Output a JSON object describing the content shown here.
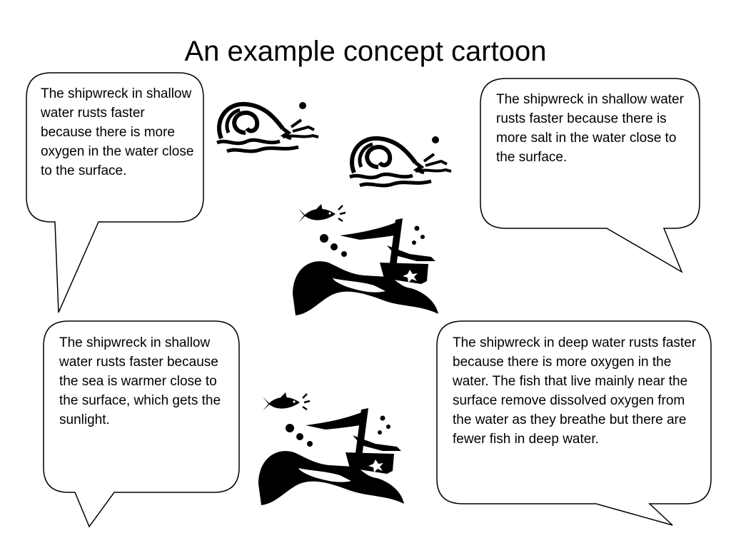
{
  "title": "An example concept cartoon",
  "bubbles": [
    {
      "text": "The shipwreck in shallow water rusts faster because there is more oxygen in the water close to the surface."
    },
    {
      "text": "The shipwreck in shallow water rusts faster because there is more salt in the water close to the surface."
    },
    {
      "text": "The shipwreck in shallow water rusts faster because the sea is warmer close to the surface, which gets the sunlight."
    },
    {
      "text": "The shipwreck in deep water rusts faster because there is more oxygen in the water. The fish that live mainly near the surface remove dissolved oxygen from the water as they breathe but there are fewer fish in deep water."
    }
  ],
  "colors": {
    "ink": "#000000",
    "background": "#ffffff"
  },
  "icons": [
    "wave-icon",
    "wave-icon",
    "shipwreck-icon",
    "fish-icon",
    "shipwreck-icon",
    "fish-icon"
  ]
}
